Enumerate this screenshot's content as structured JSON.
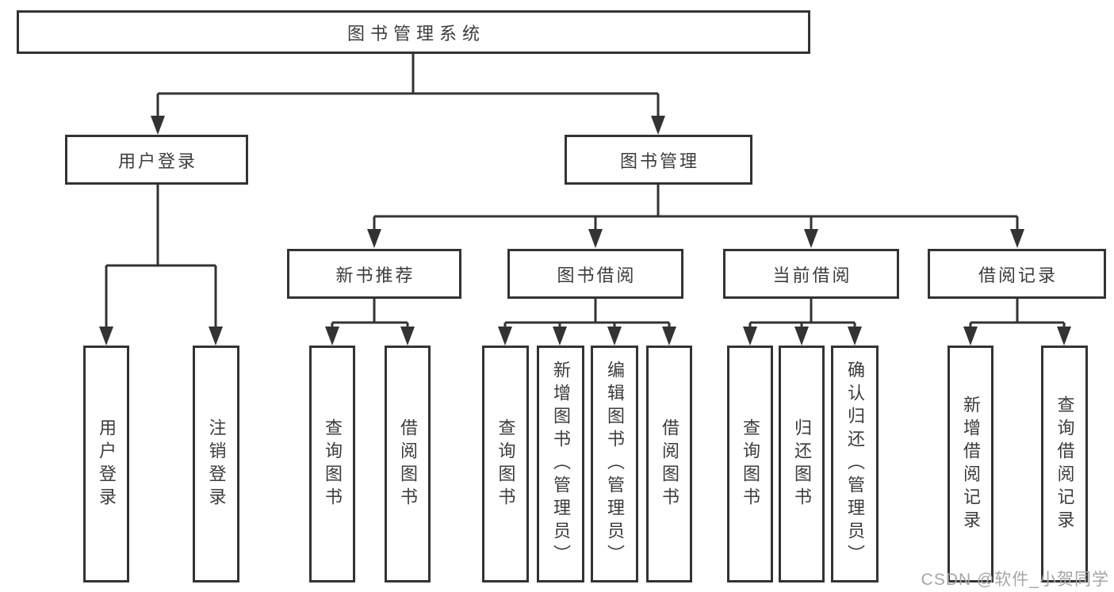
{
  "tree": {
    "label": "图书管理系统",
    "children": [
      {
        "label": "用户登录",
        "children": [
          {
            "label": "用户登录"
          },
          {
            "label": "注销登录"
          }
        ]
      },
      {
        "label": "图书管理",
        "children": [
          {
            "label": "新书推荐",
            "children": [
              {
                "label": "查询图书"
              },
              {
                "label": "借阅图书"
              }
            ]
          },
          {
            "label": "图书借阅",
            "children": [
              {
                "label": "查询图书"
              },
              {
                "label": "新增图书（管理员）"
              },
              {
                "label": "编辑图书（管理员）"
              },
              {
                "label": "借阅图书"
              }
            ]
          },
          {
            "label": "当前借阅",
            "children": [
              {
                "label": "查询图书"
              },
              {
                "label": "归还图书"
              },
              {
                "label": "确认归还（管理员）"
              }
            ]
          },
          {
            "label": "借阅记录",
            "children": [
              {
                "label": "新增借阅记录"
              },
              {
                "label": "查询借阅记录"
              }
            ]
          }
        ]
      }
    ]
  },
  "watermark": "CSDN @软件_小贺同学",
  "colors": {
    "line": "#333333",
    "text": "#3c3c3c",
    "watermark": "#a5a5a5",
    "background": "#ffffff"
  }
}
